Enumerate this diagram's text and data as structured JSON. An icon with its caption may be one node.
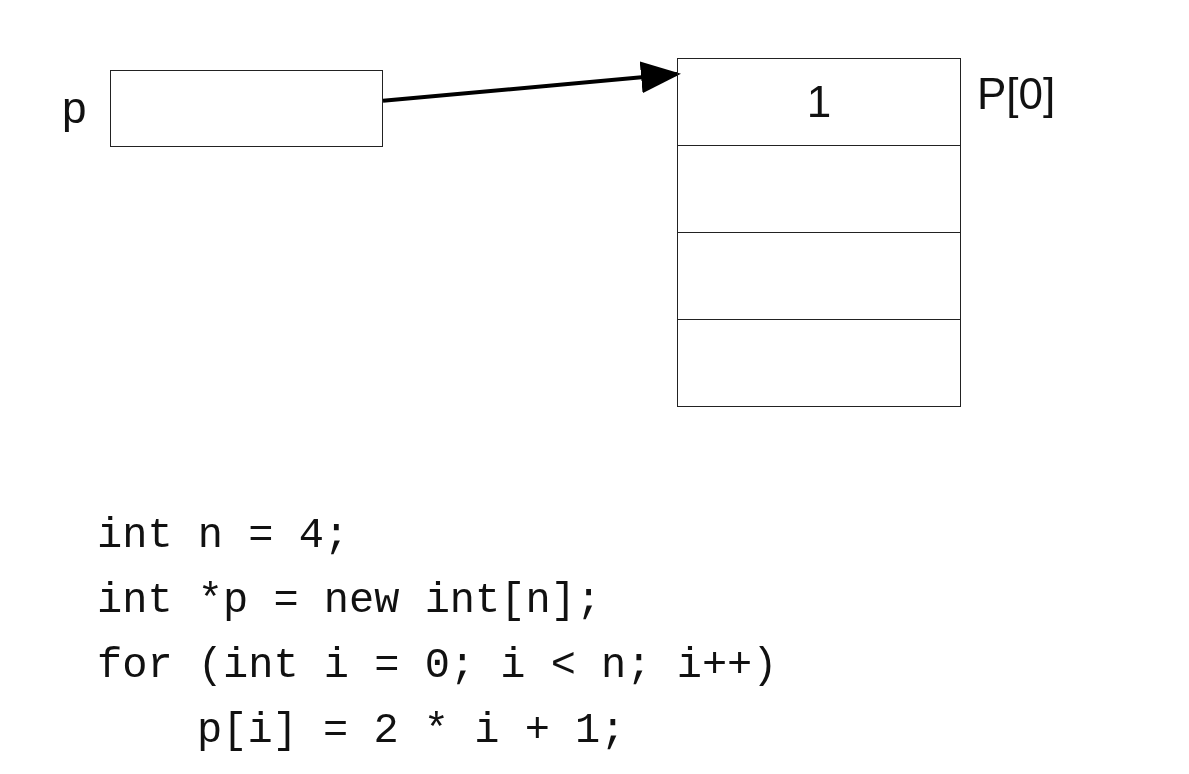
{
  "diagram": {
    "nodes": [
      {
        "text": [],
        "shape": "box",
        "beside": [
          "p"
        ]
      },
      {
        "text": [
          "1"
        ],
        "beside": [
          "P[0]"
        ]
      },
      {
        "text": [],
        "shape": "box"
      },
      {
        "text": [],
        "shape": "box"
      },
      {
        "text": [],
        "shape": "box"
      }
    ],
    "edges": [
      {
        "from": 0,
        "to": 1,
        "arrow": "to"
      }
    ],
    "labels": [
      "int n = 4;",
      "int *p = new int[n];",
      "for (int i = 0; i < n; i++)",
      "p[i] = 2 * i + 1;"
    ]
  }
}
